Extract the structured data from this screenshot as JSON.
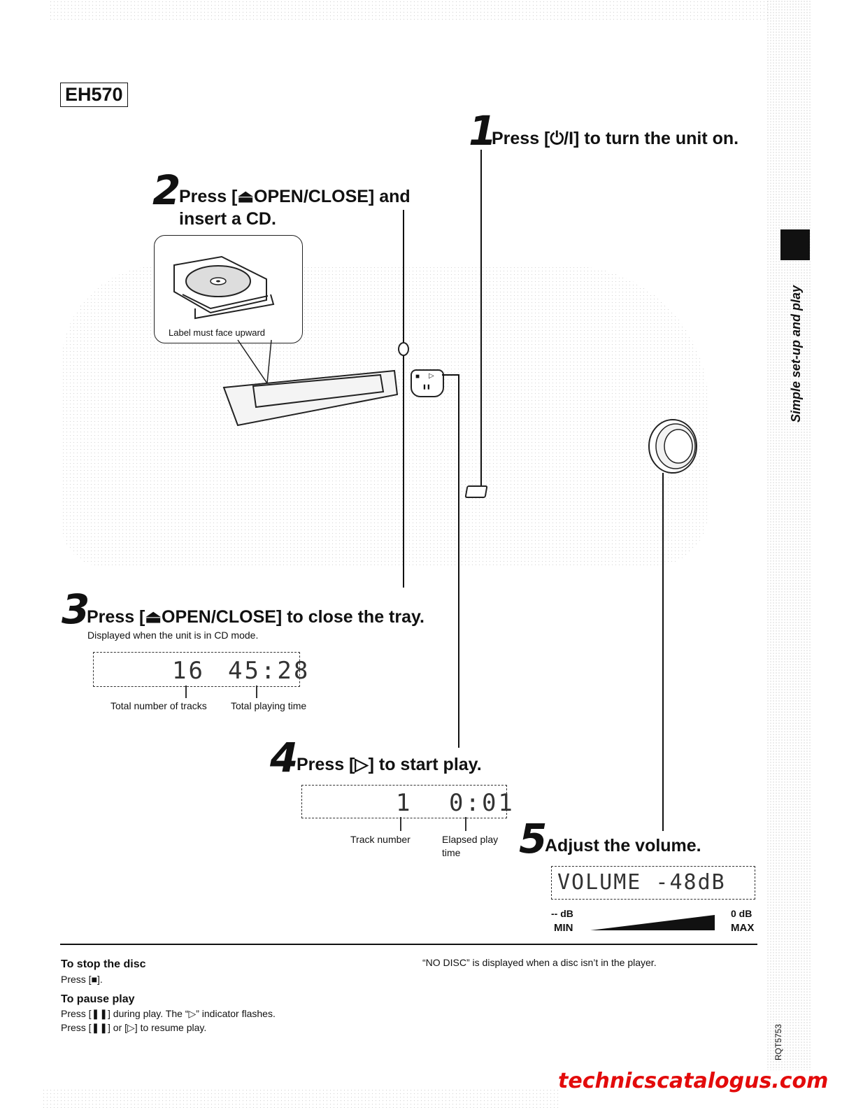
{
  "model": "EH570",
  "side_tab": "Simple set-up and play",
  "doc_code": "RQT5753",
  "watermark": "technicscatalogus.com",
  "steps": [
    {
      "num": "1",
      "text": "Press [⏻/I] to turn the unit on."
    },
    {
      "num": "2",
      "line1": "Press [⏏OPEN/CLOSE] and",
      "line2": "insert a CD.",
      "inset_caption": "Label must face upward"
    },
    {
      "num": "3",
      "text": "Press [⏏OPEN/CLOSE] to close the tray.",
      "sub": "Displayed when the unit is in CD mode.",
      "display": {
        "tracks": "16",
        "time": "45:28"
      },
      "labels": [
        "Total number of tracks",
        "Total playing time"
      ]
    },
    {
      "num": "4",
      "text": "Press [▷] to start play.",
      "display": {
        "track": "1",
        "time": "0:01"
      },
      "labels": [
        "Track number",
        "Elapsed play",
        "time"
      ]
    },
    {
      "num": "5",
      "text": "Adjust the volume.",
      "display": {
        "text": "VOLUME -48dB"
      },
      "scale": {
        "min_db": "-- dB",
        "max_db": "0 dB",
        "min": "MIN",
        "max": "MAX"
      }
    }
  ],
  "notes": {
    "stop": {
      "title": "To stop the disc",
      "body": "Press [■]."
    },
    "pause": {
      "title": "To pause play",
      "line1": "Press [❚❚] during play. The “▷” indicator flashes.",
      "line2": "Press [❚❚] or [▷] to resume play."
    },
    "no_disc": "“NO DISC” is displayed when a disc isn’t in the player."
  },
  "unit_buttons": {
    "stop": "■",
    "play": "▷",
    "pause": "❚❚"
  }
}
